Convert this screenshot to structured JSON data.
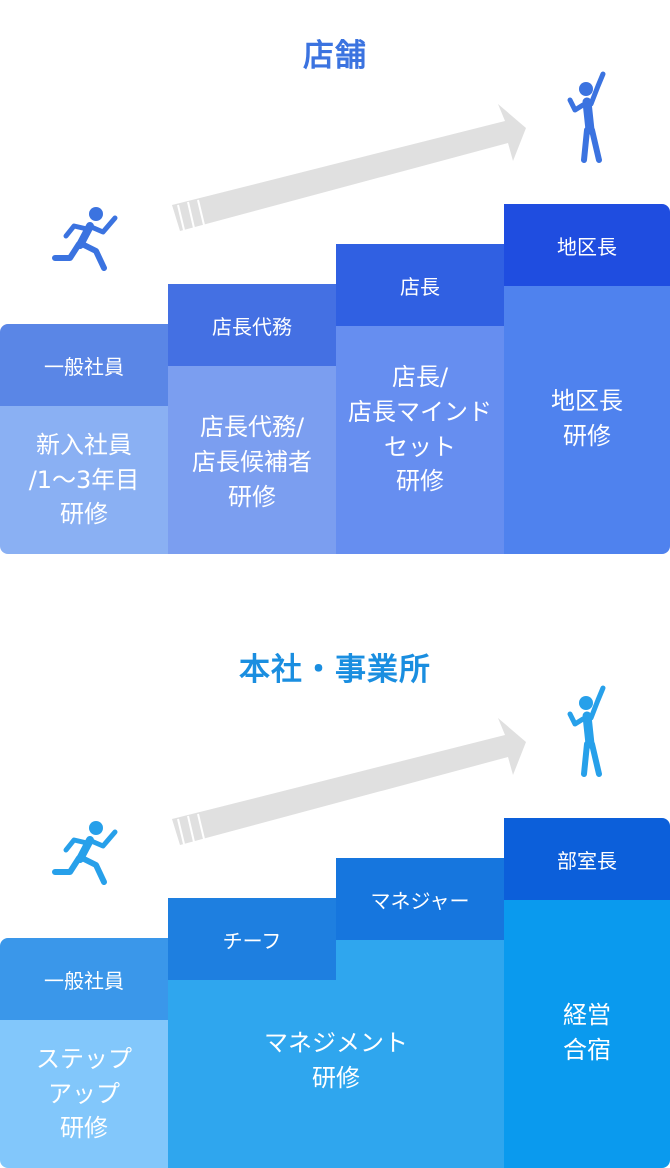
{
  "store": {
    "title": "店舗",
    "color": "#3b73e0",
    "steps": [
      {
        "level": "一般社員",
        "training": "新入社員\n/1〜3年目\n研修",
        "head_color": "#5a86e6",
        "body_color": "#8ab0f3"
      },
      {
        "level": "店長代務",
        "training": "店長代務/\n店長候補者\n研修",
        "head_color": "#4470e3",
        "body_color": "#7b9ef0"
      },
      {
        "level": "店長",
        "training": "店長/\n店長マインド\nセット\n研修",
        "head_color": "#3060e2",
        "body_color": "#668ef0"
      },
      {
        "level": "地区長",
        "training": "地区長\n研修",
        "head_color": "#1f4de0",
        "body_color": "#4f82ee"
      }
    ]
  },
  "hq": {
    "title": "本社・事業所",
    "color": "#1a8ee0",
    "steps": [
      {
        "level": "一般社員",
        "training": "ステップ\nアップ\n研修",
        "head_color": "#3a97ea",
        "body_color": "#82c7fb"
      },
      {
        "level": "チーフ",
        "training": "マネジメント\n研修",
        "head_color": "#1e7fe0",
        "body_color": "#2fa6ee"
      },
      {
        "level": "マネジャー",
        "training": "",
        "head_color": "#1676de",
        "body_color": "#2fa6ee"
      },
      {
        "level": "部室長",
        "training": "経営\n合宿",
        "head_color": "#0c5fda",
        "body_color": "#0a9aee"
      }
    ]
  },
  "icons": {
    "runner": "running-person-icon",
    "cheer": "cheering-person-icon",
    "arrow": "progress-arrow-icon"
  }
}
